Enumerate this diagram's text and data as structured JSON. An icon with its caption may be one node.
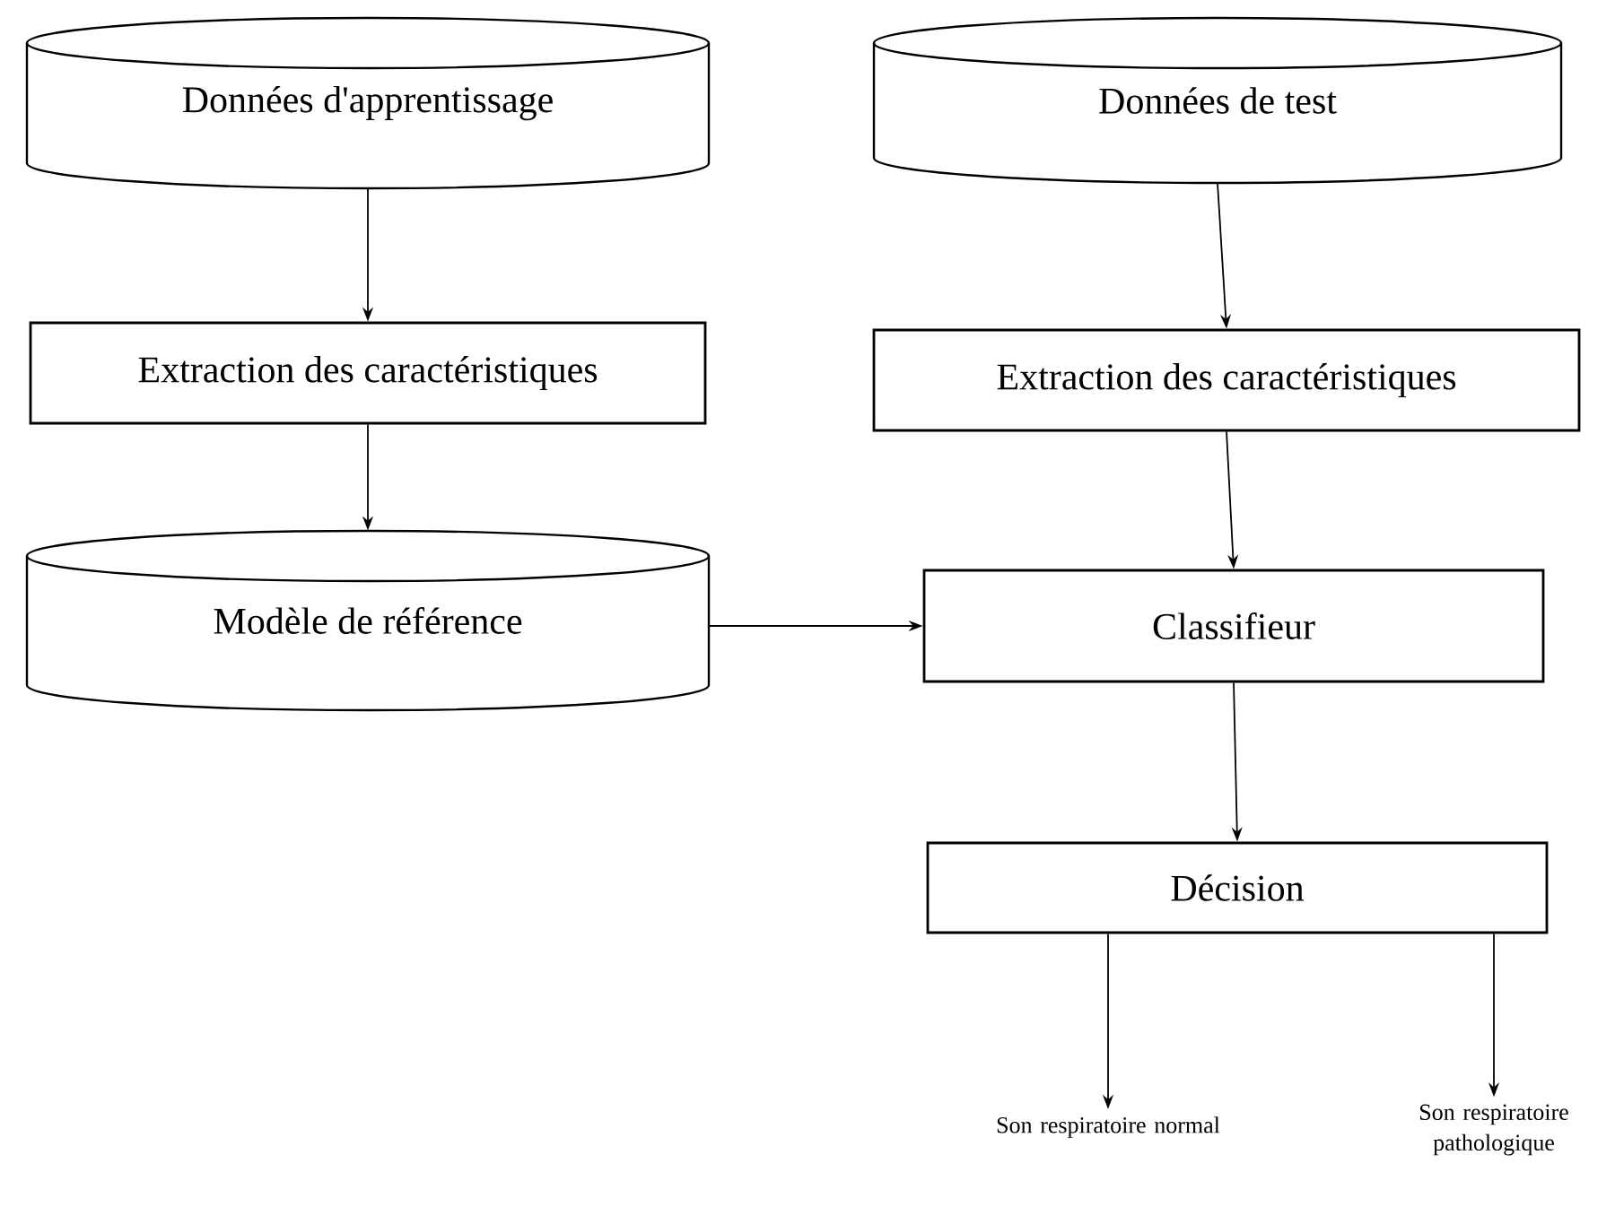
{
  "diagram": {
    "nodes": [
      {
        "text": [
          "Données d'apprentissage"
        ]
      },
      {
        "text": [
          "Extraction des caractéristiques"
        ]
      },
      {
        "text": [
          "Modèle de référence"
        ]
      },
      {
        "text": [
          "Données de test"
        ]
      },
      {
        "text": [
          "Extraction des caractéristiques"
        ]
      },
      {
        "text": [
          "Classifieur"
        ]
      },
      {
        "text": [
          "Décision"
        ]
      },
      {
        "text": [
          "Son respiratoire normal"
        ]
      },
      {
        "text": [
          "Son respiratoire pathologique"
        ]
      }
    ],
    "edges": [
      {
        "from": 0,
        "to": 1,
        "arrow": "to"
      },
      {
        "from": 1,
        "to": 2,
        "arrow": "to"
      },
      {
        "from": 3,
        "to": 4,
        "arrow": "to"
      },
      {
        "from": 4,
        "to": 5,
        "arrow": "to"
      },
      {
        "from": 2,
        "to": 5,
        "arrow": "to"
      },
      {
        "from": 5,
        "to": 6,
        "arrow": "to"
      },
      {
        "from": 6,
        "to": 7,
        "arrow": "to"
      },
      {
        "from": 6,
        "to": 8,
        "arrow": "to"
      }
    ]
  }
}
